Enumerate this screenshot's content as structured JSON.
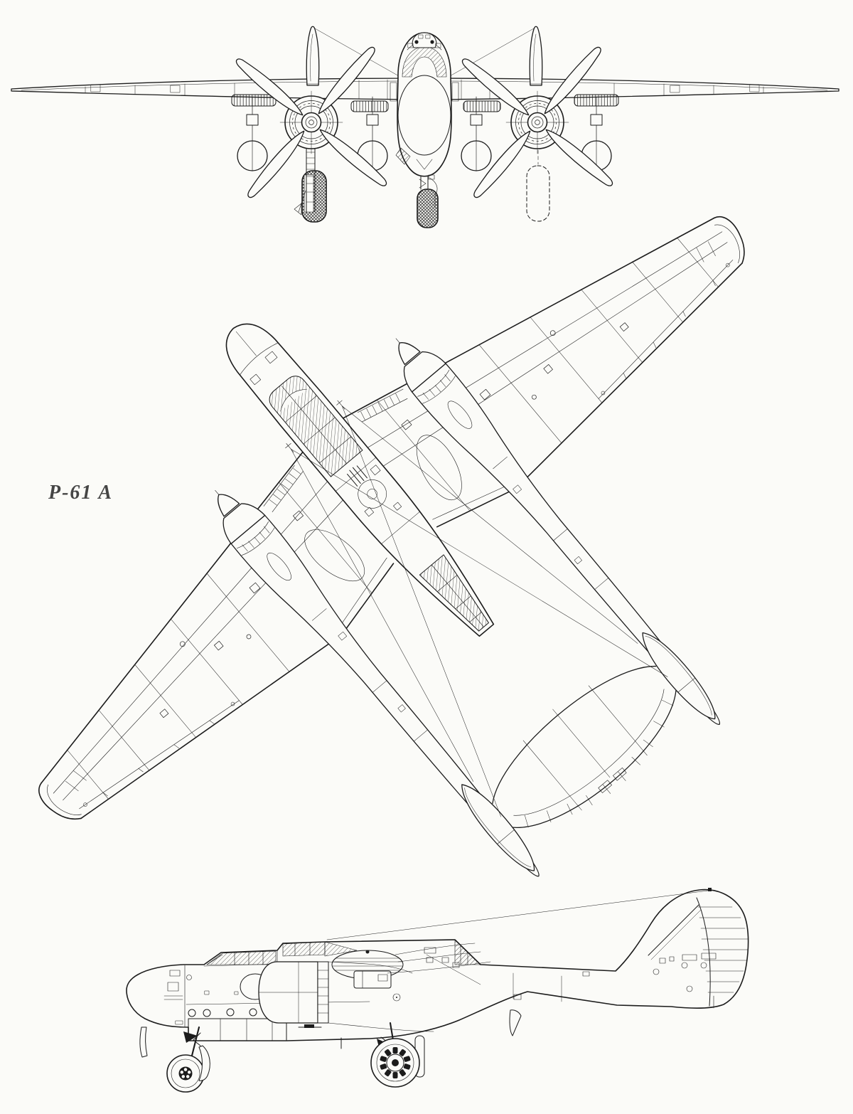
{
  "page": {
    "background": "#fbfbf8",
    "ink": "#1c1c1c",
    "label_ink": "#454545"
  },
  "label": {
    "text": "P-61 A"
  },
  "drawing": {
    "views": [
      "front",
      "plan",
      "side"
    ]
  }
}
